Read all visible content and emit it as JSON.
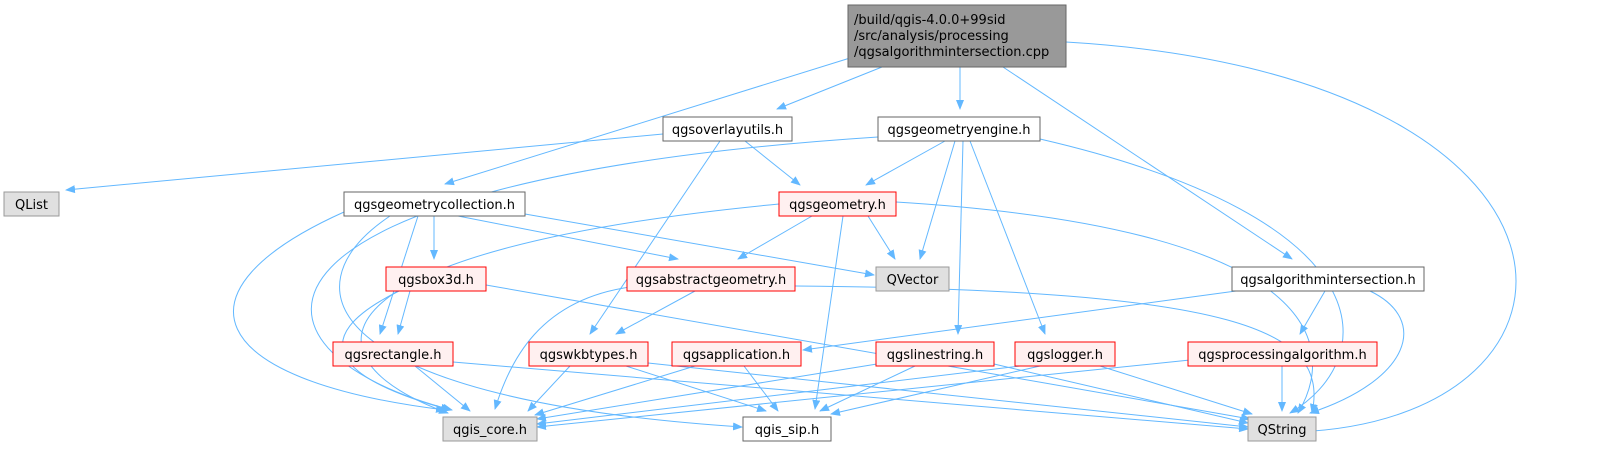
{
  "nodes": [
    {
      "id": "root",
      "lines": [
        "/build/qgis-4.0.0+99sid",
        "/src/analysis/processing",
        "/qgsalgorithmintersection.cpp"
      ],
      "style": "root"
    },
    {
      "id": "qgsoverlayutils",
      "lines": [
        "qgsoverlayutils.h"
      ],
      "style": "plain"
    },
    {
      "id": "qgsgeometryengine",
      "lines": [
        "qgsgeometryengine.h"
      ],
      "style": "plain"
    },
    {
      "id": "qlist",
      "lines": [
        "QList"
      ],
      "style": "external"
    },
    {
      "id": "qgsgeometrycollection",
      "lines": [
        "qgsgeometrycollection.h"
      ],
      "style": "plain"
    },
    {
      "id": "qgsgeometry",
      "lines": [
        "qgsgeometry.h"
      ],
      "style": "truncated"
    },
    {
      "id": "qvector",
      "lines": [
        "QVector"
      ],
      "style": "external"
    },
    {
      "id": "qgsbox3d",
      "lines": [
        "qgsbox3d.h"
      ],
      "style": "truncated"
    },
    {
      "id": "qgsabstractgeometry",
      "lines": [
        "qgsabstractgeometry.h"
      ],
      "style": "truncated"
    },
    {
      "id": "qgsalgorithmintersection",
      "lines": [
        "qgsalgorithmintersection.h"
      ],
      "style": "plain"
    },
    {
      "id": "qgsrectangle",
      "lines": [
        "qgsrectangle.h"
      ],
      "style": "truncated"
    },
    {
      "id": "qgswkbtypes",
      "lines": [
        "qgswkbtypes.h"
      ],
      "style": "truncated"
    },
    {
      "id": "qgsapplication",
      "lines": [
        "qgsapplication.h"
      ],
      "style": "truncated"
    },
    {
      "id": "qgslinestring",
      "lines": [
        "qgslinestring.h"
      ],
      "style": "truncated"
    },
    {
      "id": "qgslogger",
      "lines": [
        "qgslogger.h"
      ],
      "style": "truncated"
    },
    {
      "id": "qgsprocessingalgorithm",
      "lines": [
        "qgsprocessingalgorithm.h"
      ],
      "style": "truncated"
    },
    {
      "id": "qgis_core",
      "lines": [
        "qgis_core.h"
      ],
      "style": "external"
    },
    {
      "id": "qgis_sip",
      "lines": [
        "qgis_sip.h"
      ],
      "style": "plain"
    },
    {
      "id": "qstring",
      "lines": [
        "QString"
      ],
      "style": "external"
    }
  ],
  "edges": [
    [
      "root",
      "qgsoverlayutils"
    ],
    [
      "root",
      "qgsgeometryengine"
    ],
    [
      "root",
      "qgsgeometrycollection"
    ],
    [
      "root",
      "qgsalgorithmintersection"
    ],
    [
      "root",
      "qstring"
    ],
    [
      "qgsoverlayutils",
      "qlist"
    ],
    [
      "qgsoverlayutils",
      "qgsgeometry"
    ],
    [
      "qgsoverlayutils",
      "qgswkbtypes"
    ],
    [
      "qgsgeometryengine",
      "qgis_core"
    ],
    [
      "qgsgeometryengine",
      "qgsgeometry"
    ],
    [
      "qgsgeometryengine",
      "qvector"
    ],
    [
      "qgsgeometryengine",
      "qgslinestring"
    ],
    [
      "qgsgeometryengine",
      "qgslogger"
    ],
    [
      "qgsgeometryengine",
      "qstring"
    ],
    [
      "qgsgeometrycollection",
      "qgis_core"
    ],
    [
      "qgsgeometrycollection",
      "qgsbox3d"
    ],
    [
      "qgsgeometrycollection",
      "qgsabstractgeometry"
    ],
    [
      "qgsgeometrycollection",
      "qvector"
    ],
    [
      "qgsgeometrycollection",
      "qgsrectangle"
    ],
    [
      "qgsgeometrycollection",
      "qgis_sip"
    ],
    [
      "qgsgeometry",
      "qgis_core"
    ],
    [
      "qgsgeometry",
      "qgsabstractgeometry"
    ],
    [
      "qgsgeometry",
      "qvector"
    ],
    [
      "qgsgeometry",
      "qgis_sip"
    ],
    [
      "qgsgeometry",
      "qstring"
    ],
    [
      "qgsbox3d",
      "qgsrectangle"
    ],
    [
      "qgsbox3d",
      "qgis_core"
    ],
    [
      "qgsbox3d",
      "qstring"
    ],
    [
      "qgsabstractgeometry",
      "qgis_core"
    ],
    [
      "qgsabstractgeometry",
      "qgswkbtypes"
    ],
    [
      "qgsabstractgeometry",
      "qstring"
    ],
    [
      "qgsalgorithmintersection",
      "qgsapplication"
    ],
    [
      "qgsalgorithmintersection",
      "qgsprocessingalgorithm"
    ],
    [
      "qgsalgorithmintersection",
      "qstring"
    ],
    [
      "qgsrectangle",
      "qgis_core"
    ],
    [
      "qgsrectangle",
      "qstring"
    ],
    [
      "qgswkbtypes",
      "qgis_core"
    ],
    [
      "qgswkbtypes",
      "qgis_sip"
    ],
    [
      "qgswkbtypes",
      "qstring"
    ],
    [
      "qgsapplication",
      "qgis_core"
    ],
    [
      "qgsapplication",
      "qgis_sip"
    ],
    [
      "qgslinestring",
      "qgis_core"
    ],
    [
      "qgslinestring",
      "qgis_sip"
    ],
    [
      "qgslinestring",
      "qstring"
    ],
    [
      "qgslogger",
      "qgis_core"
    ],
    [
      "qgslogger",
      "qgis_sip"
    ],
    [
      "qgslogger",
      "qstring"
    ],
    [
      "qgsprocessingalgorithm",
      "qgis_core"
    ],
    [
      "qgsprocessingalgorithm",
      "qstring"
    ]
  ],
  "colors": {
    "edge": "#63b8ff",
    "root_fill": "#999999",
    "root_border": "#666666",
    "plain_fill": "#ffffff",
    "plain_border": "#666666",
    "truncated_fill": "#fff0f0",
    "truncated_border": "#ff0000",
    "external_fill": "#e0e0e0",
    "external_border": "#999999",
    "text": "#000000"
  }
}
